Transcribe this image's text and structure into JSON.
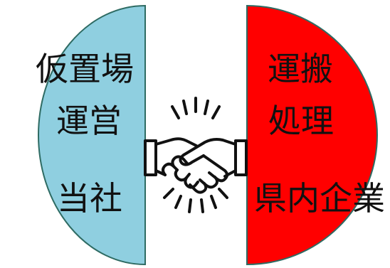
{
  "left": {
    "line1": "仮置場",
    "line2": "運営",
    "line3": "当社",
    "color": "#8fcfe0"
  },
  "right": {
    "line1": "運搬",
    "line2": "処理",
    "line3": "県内企業",
    "color": "#ff0000"
  },
  "outline_color": "#2e6b63",
  "center_icon": "handshake-icon"
}
